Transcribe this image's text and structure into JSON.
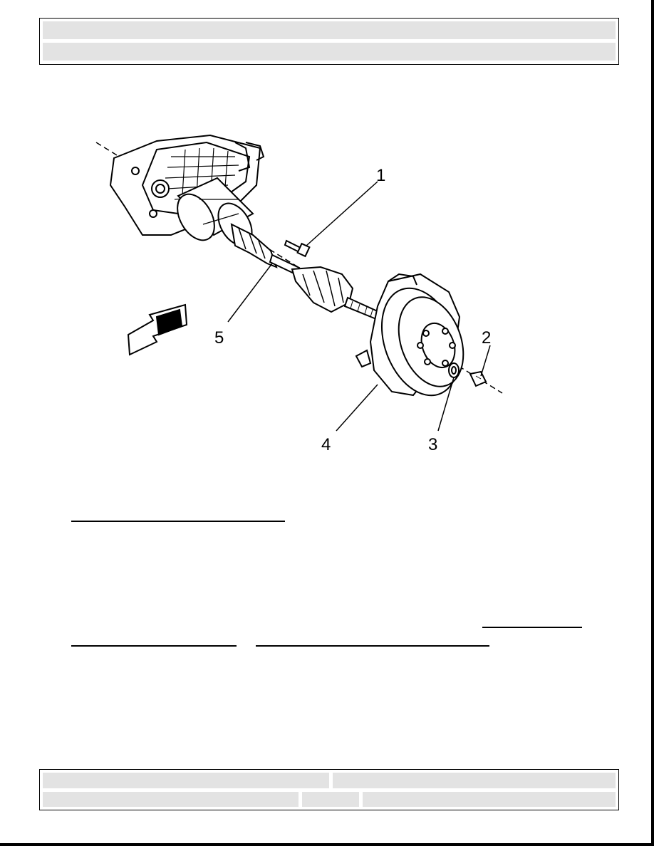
{
  "figure": {
    "callouts": [
      "1",
      "2",
      "3",
      "4",
      "5"
    ]
  }
}
